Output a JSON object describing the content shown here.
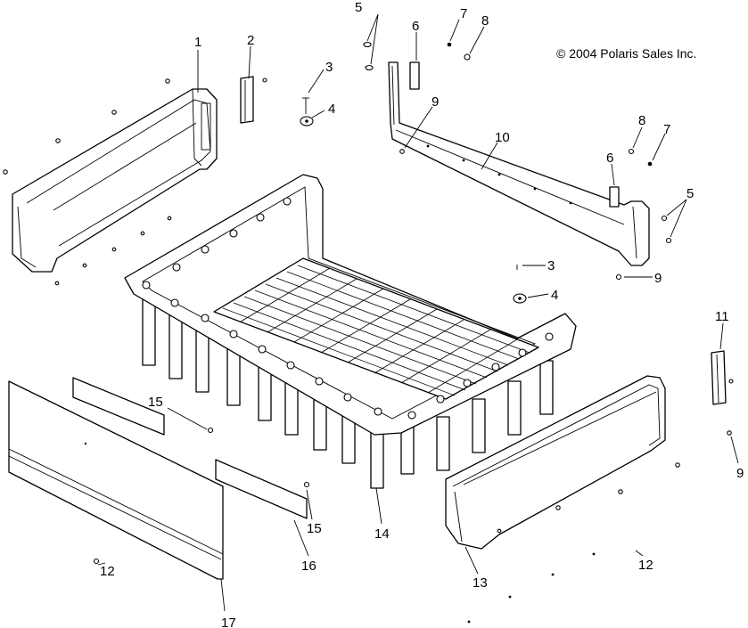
{
  "copyright": "© 2004 Polaris Sales Inc.",
  "callouts": [
    {
      "id": "c1",
      "label": "1"
    },
    {
      "id": "c2",
      "label": "2"
    },
    {
      "id": "c3a",
      "label": "3"
    },
    {
      "id": "c4a",
      "label": "4"
    },
    {
      "id": "c5a",
      "label": "5"
    },
    {
      "id": "c6a",
      "label": "6"
    },
    {
      "id": "c7a",
      "label": "7"
    },
    {
      "id": "c8a",
      "label": "8"
    },
    {
      "id": "c9a",
      "label": "9"
    },
    {
      "id": "c10",
      "label": "10"
    },
    {
      "id": "c8b",
      "label": "8"
    },
    {
      "id": "c7b",
      "label": "7"
    },
    {
      "id": "c6b",
      "label": "6"
    },
    {
      "id": "c5b",
      "label": "5"
    },
    {
      "id": "c3b",
      "label": "3"
    },
    {
      "id": "c9b",
      "label": "9"
    },
    {
      "id": "c4b",
      "label": "4"
    },
    {
      "id": "c11",
      "label": "11"
    },
    {
      "id": "c15a",
      "label": "15"
    },
    {
      "id": "c15b",
      "label": "15"
    },
    {
      "id": "c16",
      "label": "16"
    },
    {
      "id": "c14",
      "label": "14"
    },
    {
      "id": "c12a",
      "label": "12"
    },
    {
      "id": "c17",
      "label": "17"
    },
    {
      "id": "c13",
      "label": "13"
    },
    {
      "id": "c12b",
      "label": "12"
    },
    {
      "id": "c9c",
      "label": "9"
    }
  ]
}
